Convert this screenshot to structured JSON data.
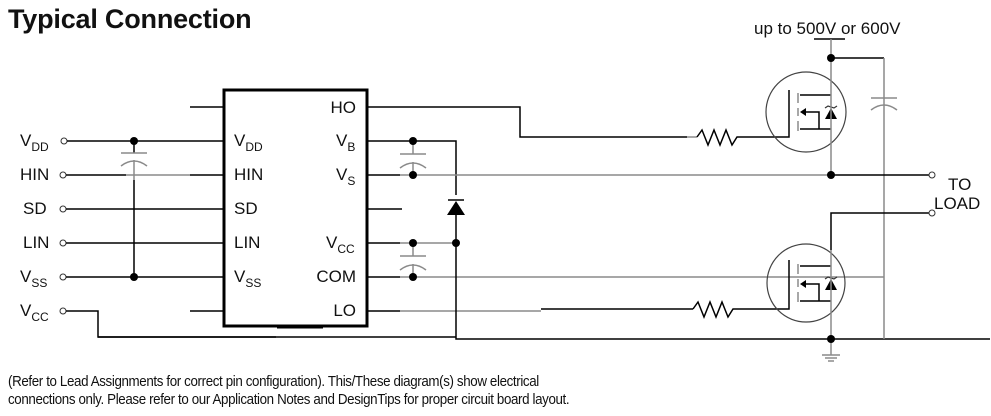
{
  "title": "Typical Connection",
  "supply_label": "up to 500V or 600V",
  "load_label": [
    "TO",
    "LOAD"
  ],
  "left_terminals": [
    {
      "main": "V",
      "sub": "DD"
    },
    {
      "main": "HIN",
      "sub": ""
    },
    {
      "main": "SD",
      "sub": ""
    },
    {
      "main": "LIN",
      "sub": ""
    },
    {
      "main": "V",
      "sub": "SS"
    },
    {
      "main": "V",
      "sub": "CC"
    }
  ],
  "ic_left_pins": [
    {
      "main": "V",
      "sub": "DD"
    },
    {
      "main": "HIN",
      "sub": ""
    },
    {
      "main": "SD",
      "sub": ""
    },
    {
      "main": "LIN",
      "sub": ""
    },
    {
      "main": "V",
      "sub": "SS"
    }
  ],
  "ic_right_pins": [
    {
      "main": "HO",
      "sub": ""
    },
    {
      "main": "V",
      "sub": "B"
    },
    {
      "main": "V",
      "sub": "S"
    },
    {
      "main": "V",
      "sub": "CC"
    },
    {
      "main": "COM",
      "sub": ""
    },
    {
      "main": "LO",
      "sub": ""
    }
  ],
  "components": {
    "icons": [
      "capacitor-icon",
      "diode-icon",
      "resistor-icon",
      "mosfet-icon",
      "ground-icon"
    ]
  },
  "note_lines": [
    "(Refer to Lead Assignments for correct pin configuration). This/These diagram(s) show electrical",
    "connections only.  Please refer to our Application Notes and DesignTips for proper circuit board layout."
  ]
}
